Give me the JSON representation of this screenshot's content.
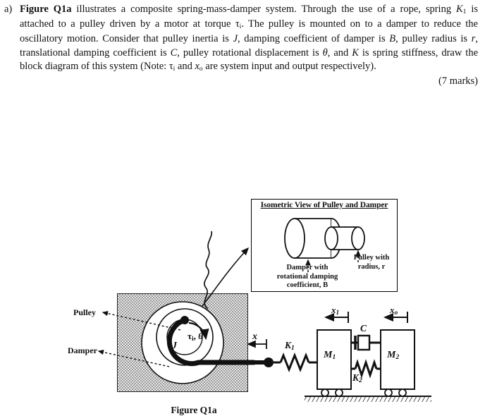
{
  "question": {
    "marker": "a)",
    "bold_lead": "Figure Q1a",
    "text_part1": " illustrates a composite spring-mass-damper system. Through the use of a rope, spring ",
    "sym_K1": "K",
    "sym_K1_sub": "1",
    "text_part2": " is attached to a pulley driven by a motor at torque ",
    "sym_tau_i": "τ",
    "sym_tau_i_sub": "i",
    "text_part3": ". The pulley is mounted on to a damper to reduce the oscillatory motion. Consider that pulley inertia is ",
    "sym_J": "J",
    "text_part4": ", damping coefficient of damper is ",
    "sym_B": "B",
    "text_part5": ", pulley radius is ",
    "sym_r": "r",
    "text_part6": ", translational damping coefficient is ",
    "sym_C": "C",
    "text_part7": ", pulley rotational displacement is ",
    "sym_theta": "θ",
    "text_part8": ", and ",
    "sym_K": "K",
    "text_part9": " is spring stiffness, draw the block diagram of this system (Note: ",
    "sym_tau_i2": "τ",
    "sym_tau_i2_sub": "i",
    "text_part10": " and ",
    "sym_xo": "x",
    "sym_xo_sub": "o",
    "text_part11": " are system input and output respectively).",
    "marks": "(7 marks)"
  },
  "isometric_view": {
    "title": "Isometric View of Pulley and Damper",
    "damper_label": "Damper with rotational damping coefficient, B",
    "damper_label_line1": "Damper with",
    "damper_label_line2": "rotational damping",
    "damper_label_line3": "coefficient, B",
    "pulley_label_line1": "Pulley with",
    "pulley_label_line2": "radius, r"
  },
  "diagram": {
    "label_pulley": "Pulley",
    "label_damper": "Damper",
    "label_inertia": "J",
    "label_torque_theta": "τi, θ",
    "label_torque": "τ",
    "label_torque_sub": "i",
    "label_theta": "θ",
    "label_x_rope": "x",
    "label_K1": "K",
    "label_K1_sub": "1",
    "label_K2": "K",
    "label_K2_sub": "2",
    "label_C": "C",
    "label_M1": "M",
    "label_M1_sub": "1",
    "label_M2": "M",
    "label_M2_sub": "2",
    "label_x1": "x",
    "label_x1_sub": "1",
    "label_xo": "x",
    "label_xo_sub": "o",
    "caption": "Figure Q1a"
  },
  "colors": {
    "ink": "#111111",
    "wall_fill": "#e8e8e8",
    "wall_hatch": "#9a9a9a",
    "background": "#ffffff"
  }
}
